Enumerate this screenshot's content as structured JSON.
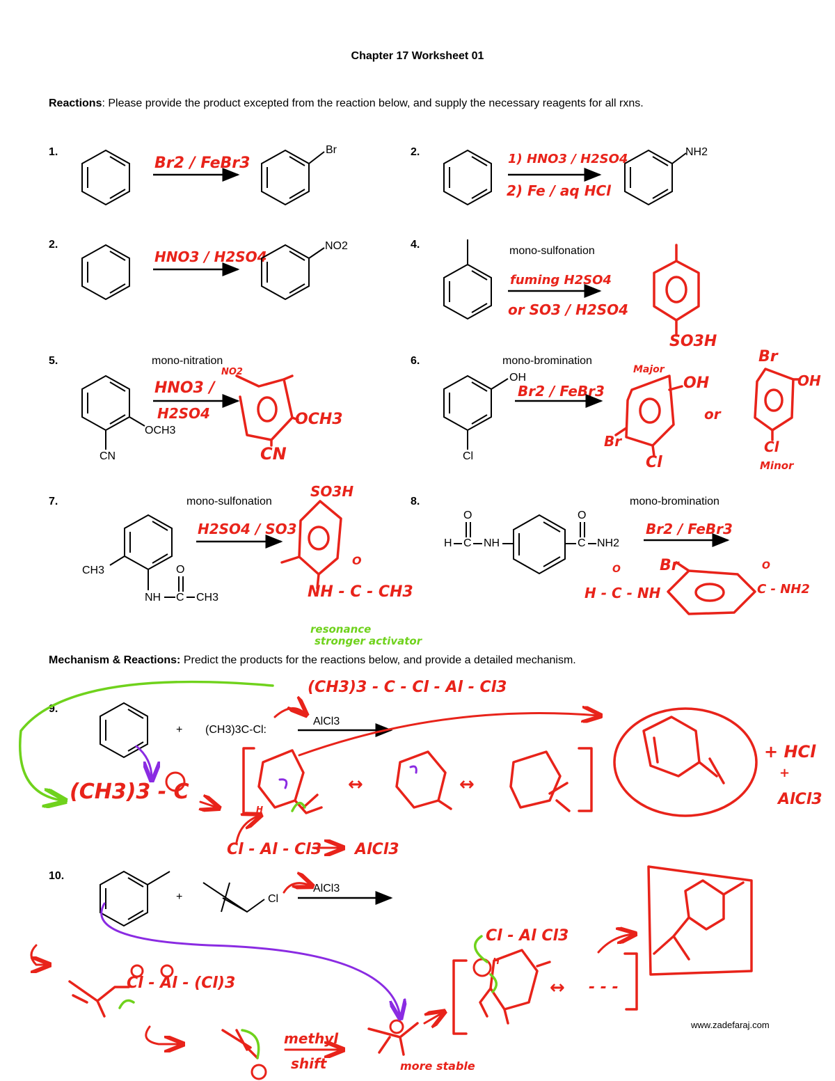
{
  "title": "Chapter 17 Worksheet 01",
  "section1": {
    "heading": "Reactions",
    "text": ": Please provide the product excepted from the reaction below, and supply the necessary reagents for all rxns."
  },
  "section2": {
    "heading": "Mechanism & Reactions:",
    "text": " Predict the products for the reactions below, and provide a detailed mechanism."
  },
  "problems": {
    "p1": {
      "number": "1.",
      "product_label": "Br",
      "reagent": "Br2 / FeBr3"
    },
    "p2a": {
      "number": "2.",
      "product_label": "NH2",
      "reagent_1": "1) HNO3 / H2SO4",
      "reagent_2": "2) Fe / aq HCl"
    },
    "p2b": {
      "number": "2.",
      "product_label": "NO2",
      "reagent": "HNO3 / H2SO4"
    },
    "p4": {
      "number": "4.",
      "condition": "mono-sulfonation",
      "reagent_1": "fuming H2SO4",
      "reagent_2": "or SO3 / H2SO4",
      "product_label": "SO3H"
    },
    "p5": {
      "number": "5.",
      "condition": "mono-nitration",
      "sub_1": "OCH3",
      "sub_2": "CN",
      "reagent_1": "HNO3 /",
      "reagent_2": "H2SO4",
      "ans_1": "NO2",
      "ans_2": "OCH3",
      "ans_3": "CN"
    },
    "p6": {
      "number": "6.",
      "condition": "mono-bromination",
      "sub_1": "OH",
      "sub_2": "Cl",
      "reagent": "Br2 / FeBr3",
      "major": "Major",
      "ans_oh": "OH",
      "ans_br": "Br",
      "ans_cl": "Cl",
      "or": "or",
      "ans2_br": "Br",
      "ans2_oh": "OH",
      "ans2_cl": "Cl",
      "minor": "Minor"
    },
    "p7": {
      "number": "7.",
      "condition": "mono-sulfonation",
      "sub_1": "CH3",
      "sub_2": "NH",
      "sub_3": "C",
      "sub_4": "CH3",
      "sub_o": "O",
      "reagent": "H2SO4 / SO3",
      "ans_1": "SO3H",
      "ans_2": "NH - C - CH3",
      "ans_o": "O",
      "note_1": "resonance",
      "note_2": "stronger activator"
    },
    "p8": {
      "number": "8.",
      "condition": "mono-bromination",
      "sub_h": "H",
      "sub_c1": "C",
      "sub_nh": "NH",
      "sub_o1": "O",
      "sub_o2": "O",
      "sub_c2": "C",
      "sub_nh2": "NH2",
      "reagent": "Br2 / FeBr3",
      "ans_br": "Br",
      "ans_left": "H - C - NH",
      "ans_right": "C - NH2",
      "ans_o1": "O",
      "ans_o2": "O"
    },
    "p9": {
      "number": "9.",
      "plus": "+",
      "reagent_chem": "(CH3)3C-Cl:",
      "catalyst": "AlCl3",
      "complex": "(CH3)3 - C - Cl - Al - Cl3",
      "cation": "(CH3)3 - C",
      "side_1": "Cl - Al - Cl3",
      "side_2": "AlCl3",
      "byproduct_1": "+ HCl",
      "byproduct_2": "+",
      "byproduct_3": "AlCl3",
      "res_arrow_1": "↔",
      "res_arrow_2": "↔",
      "h": "H"
    },
    "p10": {
      "number": "10.",
      "plus": "+",
      "reagent_chem": "Cl",
      "catalyst": "AlCl3",
      "complex": "Cl - Al - (Cl)3",
      "complex2": "Cl - Al Cl3",
      "shift_1": "methyl",
      "shift_2": "shift",
      "stable": "more stable",
      "res_arrow": "↔",
      "dots": "- - -",
      "h": "H"
    }
  },
  "footer": {
    "url": "www.zadefaraj.com"
  },
  "colors": {
    "ink": "#000000",
    "red": "#e8231a",
    "green": "#6fd21c",
    "purple": "#8a2be2"
  }
}
